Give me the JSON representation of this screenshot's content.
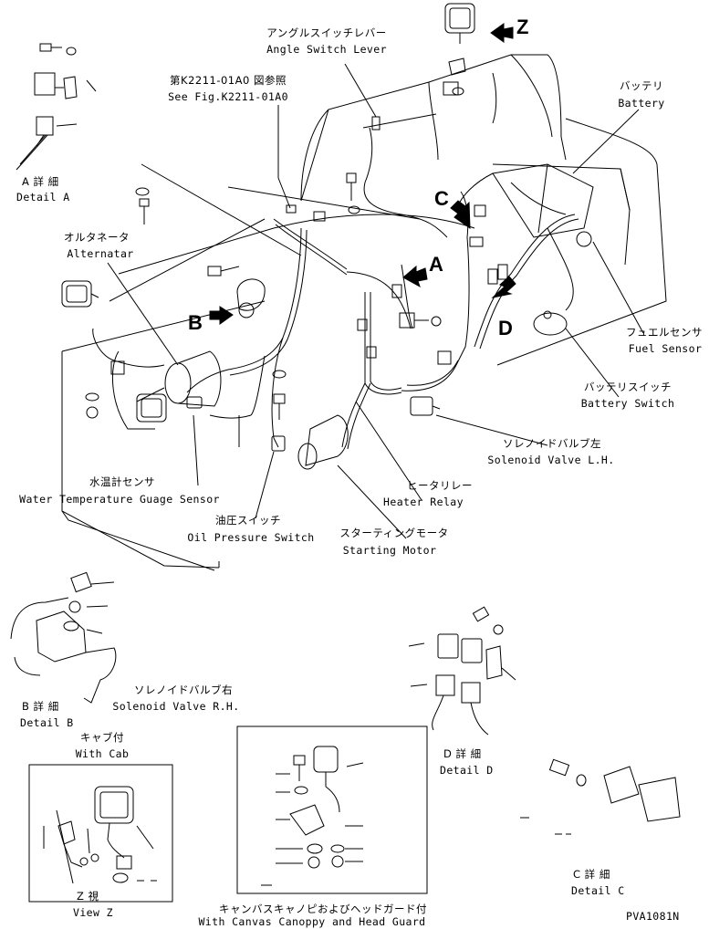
{
  "callouts": {
    "angle_switch_lever": {
      "jp": "アングルスイッチレバー",
      "en": "Angle Switch Lever"
    },
    "see_fig": {
      "jp": "第K2211-01A0 図参照",
      "en": "See Fig.K2211-01A0"
    },
    "battery": {
      "jp": "バッテリ",
      "en": "Battery"
    },
    "alternator": {
      "jp": "オルタネータ",
      "en": "Alternatar"
    },
    "fuel_sensor": {
      "jp": "フュエルセンサ",
      "en": "Fuel Sensor"
    },
    "battery_switch": {
      "jp": "バッテリスイッチ",
      "en": "Battery Switch"
    },
    "solenoid_valve_lh": {
      "jp": "ソレノイドバルブ左",
      "en": "Solenoid Valve L.H."
    },
    "heater_relay": {
      "jp": "ヒータリレー",
      "en": "Heater Relay"
    },
    "water_temp_sensor": {
      "jp": "水温計センサ",
      "en": "Water Temperature Guage Sensor"
    },
    "oil_pressure_switch": {
      "jp": "油圧スイッチ",
      "en": "Oil Pressure Switch"
    },
    "starting_motor": {
      "jp": "スターティングモータ",
      "en": "Starting Motor"
    },
    "solenoid_valve_rh": {
      "jp": "ソレノイドバルブ右",
      "en": "Solenoid Valve R.H."
    },
    "with_cab": {
      "jp": "キャブ付",
      "en": "With Cab"
    },
    "with_canopy": {
      "jp": "キャンバスキャノピおよびヘッドガード付",
      "en": "With Canvas Canoppy and Head Guard"
    }
  },
  "details": {
    "a": {
      "jp": "A 詳 細",
      "en": "Detail A"
    },
    "b": {
      "jp": "B 詳 細",
      "en": "Detail B"
    },
    "c": {
      "jp": "C 詳 細",
      "en": "Detail C"
    },
    "d": {
      "jp": "D 詳 細",
      "en": "Detail D"
    },
    "z": {
      "jp": "Z 視",
      "en": "View Z"
    }
  },
  "view_letters": {
    "z": "Z",
    "a": "A",
    "b": "B",
    "c": "C",
    "d": "D"
  },
  "drawing_code": "PVA1081N",
  "colors": {
    "ink": "#000000",
    "paper": "#ffffff"
  }
}
